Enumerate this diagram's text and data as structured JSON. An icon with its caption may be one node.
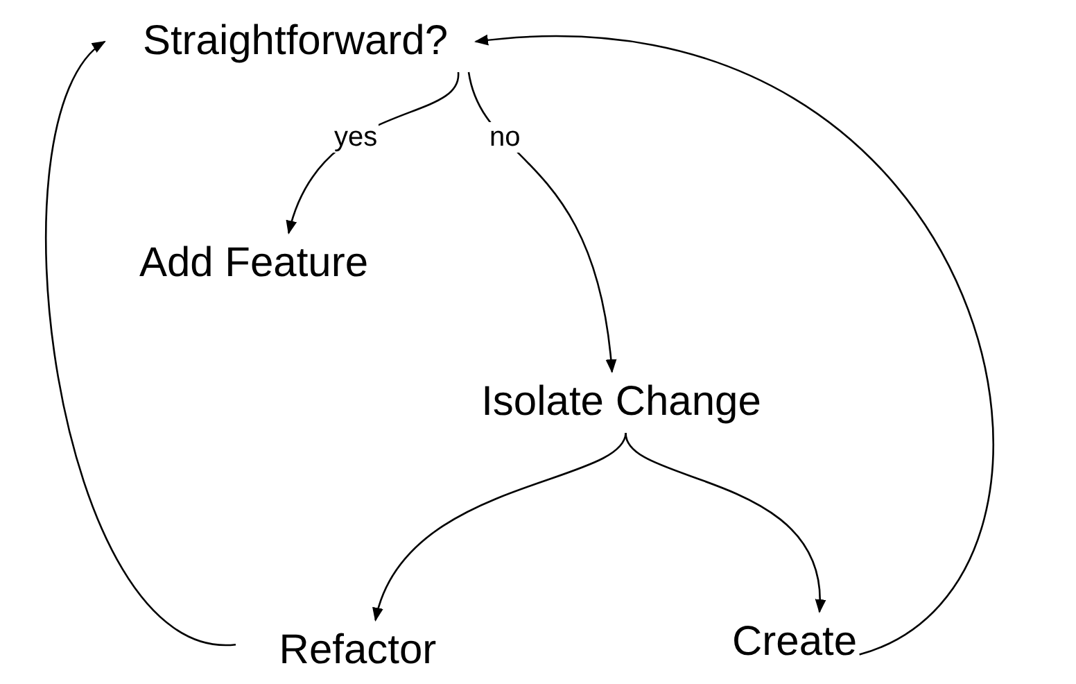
{
  "diagram": {
    "nodes": [
      {
        "text": [
          "Straightforward?"
        ]
      },
      {
        "text": [
          "Add Feature"
        ]
      },
      {
        "text": [
          "Isolate Change"
        ]
      },
      {
        "text": [
          "Refactor"
        ]
      },
      {
        "text": [
          "Create"
        ]
      }
    ],
    "edges": [
      {
        "from": 0,
        "to": 1,
        "arrow": "to",
        "label": "yes"
      },
      {
        "from": 0,
        "to": 2,
        "arrow": "to",
        "label": "no"
      },
      {
        "from": 2,
        "to": 3,
        "arrow": "to"
      },
      {
        "from": 2,
        "to": 4,
        "arrow": "to"
      },
      {
        "from": 3,
        "to": 0,
        "arrow": "to"
      },
      {
        "from": 4,
        "to": 0,
        "arrow": "to"
      }
    ]
  }
}
